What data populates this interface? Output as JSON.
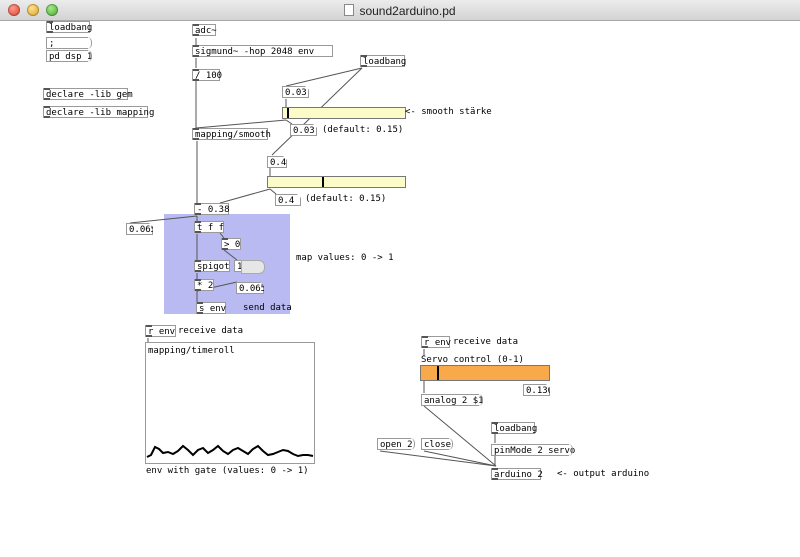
{
  "window": {
    "title": "sound2arduino.pd"
  },
  "patch": {
    "loadbang_1": "loadbang",
    "semicolon_msg": ";",
    "pd_dsp_msg": "pd dsp 1",
    "declare_gem": "declare -lib gem",
    "declare_mapping": "declare -lib mapping",
    "adc": "adc~",
    "sigmund": "sigmund~ -hop 2048 env",
    "div_100": "/ 100",
    "mapping_smooth": "mapping/smooth",
    "loadbang_2": "loadbang",
    "smooth_value_top": "0.03",
    "smooth_comment": "<- smooth stärke",
    "smooth_value": "0.03",
    "smooth_default": "(default: 0.15)",
    "gate_value_top": "0.4",
    "gate_value": "0.4",
    "gate_default": "(default: 0.15)",
    "minus_obj": "- 0.38",
    "env_value": "0.065",
    "trigger": "t f f",
    "gt_zero": "> 0",
    "spigot": "spigot",
    "toggle_value": "1",
    "map_comment": "map values: 0 -> 1",
    "mul_2": "* 2",
    "out_value": "0.065",
    "send_env": "s env",
    "send_comment": "send data",
    "r_env_1": "r env",
    "receive_comment_1": "receive data",
    "timeroll_label": "mapping/timeroll",
    "timeroll_comment": "env with gate (values: 0 -> 1)",
    "r_env_2": "r env",
    "receive_comment_2": "receive data",
    "servo_label": "Servo control (0-1)",
    "servo_value": "0.130",
    "analog_msg": "analog 2 $1",
    "loadbang_3": "loadbang",
    "pinmode_msg": "pinMode 2 servo",
    "open_msg": "open 2",
    "close_msg": "close",
    "arduino_obj": "arduino 2",
    "arduino_comment": "<- output arduino"
  },
  "sliders": {
    "smooth": {
      "fraction": 0.03,
      "color": "#fcfcc8"
    },
    "gate": {
      "fraction": 0.4,
      "color": "#fcfcc8"
    },
    "servo": {
      "fraction": 0.13,
      "color": "#f8a94a"
    }
  },
  "colors": {
    "gop_background": "#babaf2"
  }
}
